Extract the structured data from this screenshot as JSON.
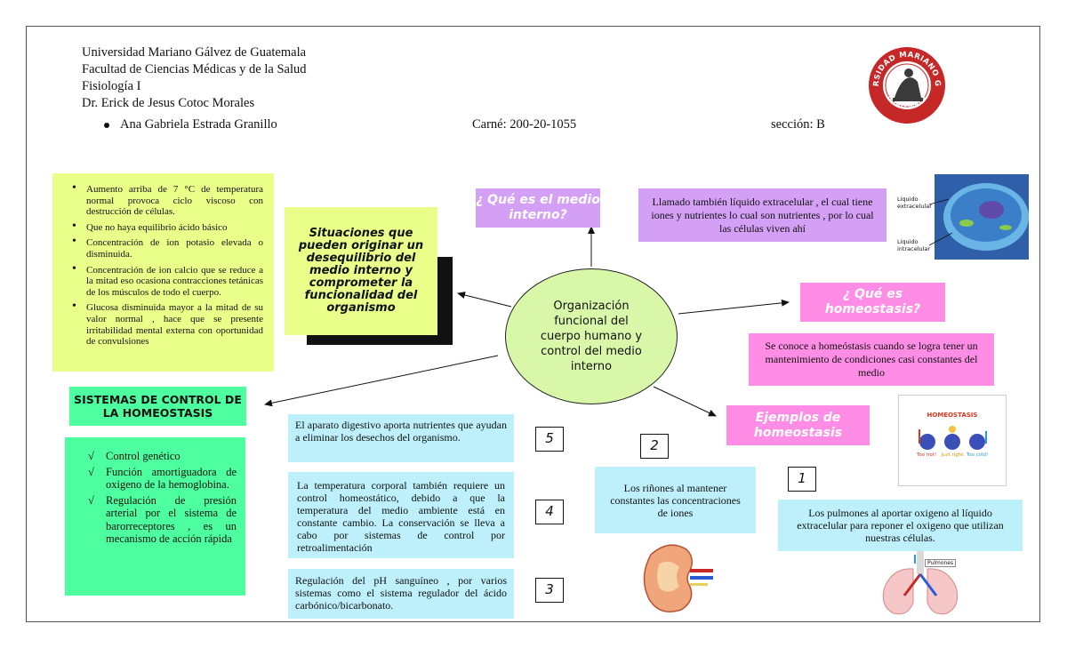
{
  "header": {
    "university": "Universidad Mariano Gálvez de Guatemala",
    "faculty": "Facultad de Ciencias Médicas y de la Salud",
    "course": "Fisiología I",
    "professor": "Dr. Erick de Jesus Cotoc Morales",
    "student_name": "Ana Gabriela Estrada Granillo",
    "carne": "Carné: 200-20-1055",
    "section": "sección: B"
  },
  "logo": {
    "top_text": "UNIVERSIDAD MARIANO GALVEZ",
    "bottom_text": "GUATEMALA",
    "color": "#c62828"
  },
  "center_node": {
    "text": "Organización funcional del cuerpo humano y control del medio interno",
    "color": "#d9f7a8"
  },
  "situaciones": {
    "title": "Situaciones que pueden originar un desequilibrio del medio interno y comprometer la funcionalidad del organismo",
    "color": "#eaff8a",
    "items": [
      "Aumento arriba de 7 °C de temperatura normal provoca ciclo viscoso con destrucción de células.",
      "Que no haya equilibrio ácido básico",
      "Concentración de ion potasio elevada o disminuida.",
      "Concentración de ion calcio que se reduce a la mitad eso ocasiona contracciones tetánicas de los músculos de todo el cuerpo.",
      "Glucosa disminuida mayor a la mitad de su valor normal , hace que se presente irritabilidad mental externa con oportunidad de convulsiones"
    ]
  },
  "medio_interno": {
    "title": "¿ Qué es el medio interno?",
    "description": "Llamado también líquido extracelular , el cual tiene iones y nutrientes lo cual son nutrientes , por lo cual las células viven ahí",
    "color": "#d3a0f5",
    "image_labels": [
      "Líquido extracelular",
      "Líquido intracelular"
    ]
  },
  "homeostasis": {
    "title": "¿ Qué es homeostasis?",
    "description": "Se conoce a homeóstasis cuando se logra tener un mantenimiento de condiciones casi constantes del medio",
    "color": "#ff8de6"
  },
  "ejemplos": {
    "title": "Ejemplos de homeostasis",
    "image_title": "HOMEOSTASIS",
    "image_labels": [
      "Too hot!",
      "Just right",
      "Too cold!"
    ],
    "examples": [
      {
        "number": "1",
        "text": "Los pulmones al aportar oxigeno al líquido extracelular para reponer el oxigeno que utilizan nuestras células."
      },
      {
        "number": "2",
        "text": "Los riñones al mantener constantes las concentraciones de iones"
      },
      {
        "number": "3",
        "text": "Regulación del pH sanguíneo , por varios sistemas como el sistema regulador del ácido carbónico/bicarbonato."
      },
      {
        "number": "4",
        "text": "La temperatura corporal también requiere un control homeostático, debido a que la temperatura del medio ambiente está en constante cambio. La conservación se lleva a cabo por sistemas de control por retroalimentación"
      },
      {
        "number": "5",
        "text": "El aparato digestivo aporta nutrientes que ayudan a eliminar los desechos del organismo."
      }
    ],
    "lungs_label": "Pulmones",
    "color": "#bdf0fb"
  },
  "sistemas": {
    "title": "SISTEMAS DE CONTROL DE LA HOMEOSTASIS",
    "color": "#4dff9e",
    "items": [
      "Control genético",
      "Función amortiguadora de oxigeno de la hemoglobina.",
      "Regulación de presión arterial por el sistema de barorreceptores , es un mecanismo de acción rápida"
    ],
    "check_glyph": "√"
  }
}
